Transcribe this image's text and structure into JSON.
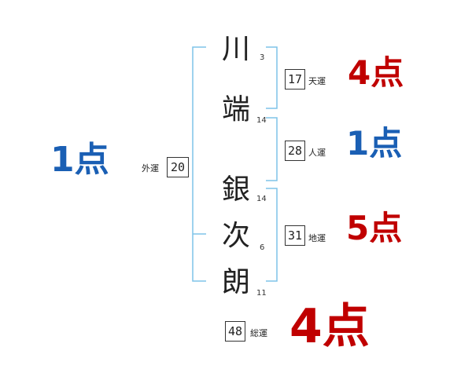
{
  "name": {
    "chars": [
      {
        "char": "川",
        "strokes": "3"
      },
      {
        "char": "端",
        "strokes": "14"
      },
      {
        "char": "銀",
        "strokes": "14"
      },
      {
        "char": "次",
        "strokes": "6"
      },
      {
        "char": "朗",
        "strokes": "11"
      }
    ]
  },
  "fortunes": {
    "tenkaku": {
      "value": "17",
      "label": "天運",
      "score": "4点",
      "color": "#c00000"
    },
    "jinkaku": {
      "value": "28",
      "label": "人運",
      "score": "1点",
      "color": "#1a5fb4"
    },
    "chikaku": {
      "value": "31",
      "label": "地運",
      "score": "5点",
      "color": "#c00000"
    },
    "gaikaku": {
      "value": "20",
      "label": "外運",
      "score": "1点",
      "color": "#1a5fb4"
    },
    "soukaku": {
      "value": "48",
      "label": "総運",
      "score": "4点",
      "color": "#c00000"
    }
  },
  "colors": {
    "bracket": "#7ec3e8"
  }
}
